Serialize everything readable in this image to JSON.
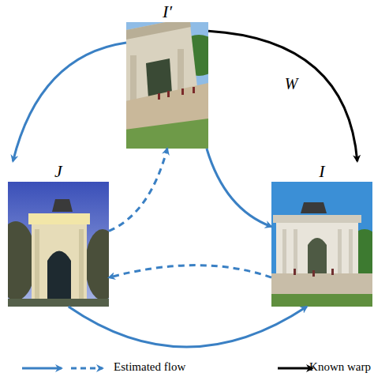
{
  "diagram": {
    "nodes": [
      {
        "text": [
          "I′"
        ]
      },
      {
        "text": [
          "J"
        ]
      },
      {
        "text": [
          "I"
        ]
      }
    ],
    "edges": [
      {
        "from": 0,
        "to": 1,
        "arrow": "to"
      },
      {
        "from": 0,
        "to": 2,
        "arrow": "to"
      },
      {
        "from": 0,
        "to": 2,
        "label": "W",
        "arrow": "to"
      },
      {
        "from": 1,
        "to": 2,
        "arrow": "to"
      },
      {
        "from": 1,
        "to": 0,
        "arrow": "to"
      },
      {
        "from": 2,
        "to": 1,
        "arrow": "to"
      }
    ],
    "legend": [
      {
        "text": "Estimated flow"
      },
      {
        "text": "Known warp"
      }
    ]
  }
}
